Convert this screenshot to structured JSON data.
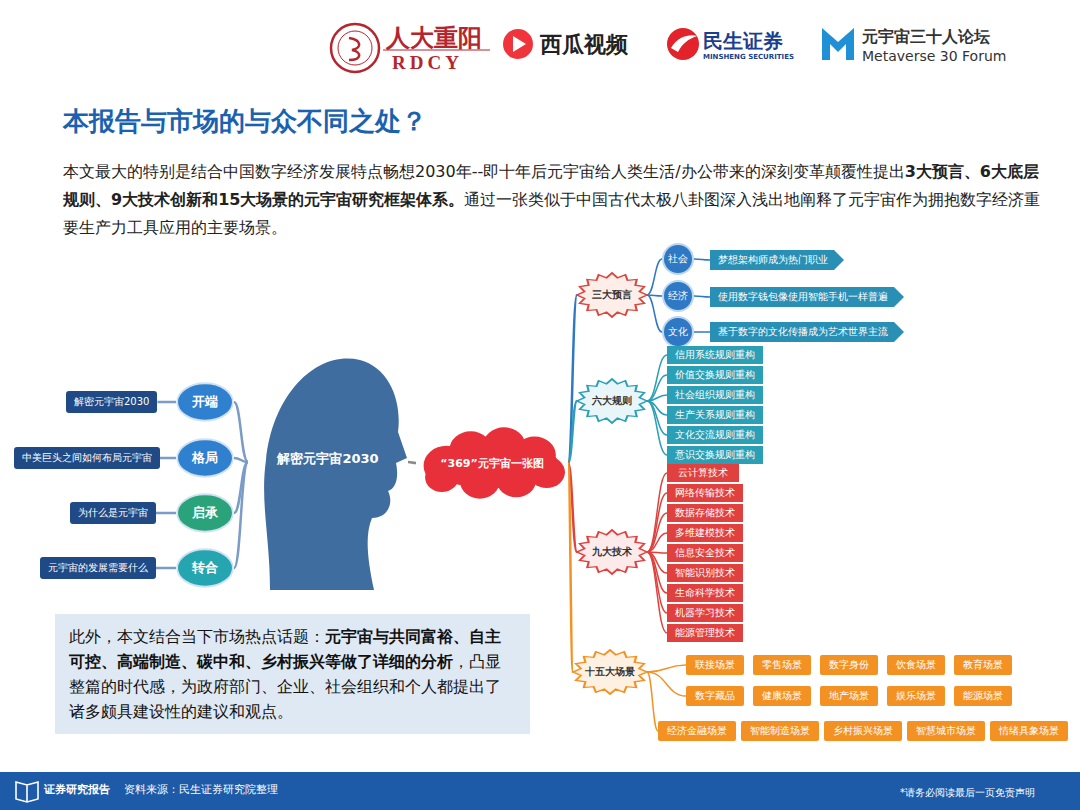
{
  "diagram": {
    "title": "本报告与市场的与众不同之处？",
    "nodes": [
      {
        "text": [
          "解密元宇宙2030"
        ]
      },
      {
        "text": [
          "开端"
        ]
      },
      {
        "text": [
          "中美巨头之间如何布局元宇宙"
        ]
      },
      {
        "text": [
          "格局"
        ]
      },
      {
        "text": [
          "为什么是元宇宙"
        ]
      },
      {
        "text": [
          "启承"
        ]
      },
      {
        "text": [
          "元宇宙的发展需要什么"
        ]
      },
      {
        "text": [
          "转合"
        ]
      },
      {
        "text": [
          "解密元宇宙2030"
        ]
      },
      {
        "text": [
          "“369”元宇宙一张图"
        ]
      },
      {
        "text": [
          "三大预言"
        ]
      },
      {
        "text": [
          "社会"
        ]
      },
      {
        "text": [
          "梦想架构师成为热门职业"
        ]
      },
      {
        "text": [
          "经济"
        ]
      },
      {
        "text": [
          "使用数字钱包像使用智能手机一样普遍"
        ]
      },
      {
        "text": [
          "文化"
        ]
      },
      {
        "text": [
          "基于数字的文化传播成为艺术世界主流"
        ]
      },
      {
        "text": [
          "六大规则"
        ]
      },
      {
        "text": [
          "信用系统规则重构"
        ]
      },
      {
        "text": [
          "价值交换规则重构"
        ]
      },
      {
        "text": [
          "社会组织规则重构"
        ]
      },
      {
        "text": [
          "生产关系规则重构"
        ]
      },
      {
        "text": [
          "文化交流规则重构"
        ]
      },
      {
        "text": [
          "意识交换规则重构"
        ]
      },
      {
        "text": [
          "九大技术"
        ]
      },
      {
        "text": [
          "云计算技术"
        ]
      },
      {
        "text": [
          "网络传输技术"
        ]
      },
      {
        "text": [
          "数据存储技术"
        ]
      },
      {
        "text": [
          "多维建模技术"
        ]
      },
      {
        "text": [
          "信息安全技术"
        ]
      },
      {
        "text": [
          "智能识别技术"
        ]
      },
      {
        "text": [
          "生命科学技术"
        ]
      },
      {
        "text": [
          "机器学习技术"
        ]
      },
      {
        "text": [
          "能源管理技术"
        ]
      },
      {
        "text": [
          "十五大场景"
        ]
      },
      {
        "text": [
          "联接场景"
        ]
      },
      {
        "text": [
          "零售场景"
        ]
      },
      {
        "text": [
          "数字身份"
        ]
      },
      {
        "text": [
          "饮食场景"
        ]
      },
      {
        "text": [
          "教育场景"
        ]
      },
      {
        "text": [
          "数字藏品"
        ]
      },
      {
        "text": [
          "健康场景"
        ]
      },
      {
        "text": [
          "地产场景"
        ]
      },
      {
        "text": [
          "娱乐场景"
        ]
      },
      {
        "text": [
          "能源场景"
        ]
      },
      {
        "text": [
          "经济金融场景"
        ]
      },
      {
        "text": [
          "智能制造场景"
        ]
      },
      {
        "text": [
          "乡村振兴场景"
        ]
      },
      {
        "text": [
          "智慧城市场景"
        ]
      },
      {
        "text": [
          "情绪具象场景"
        ]
      },
      {
        "text": [
          "此外，本文结合当下市场热点话题：",
          "元宇宙与共同富裕、自主可控、高端制造、碳中和、乡村振兴等做了详细的分析",
          "，凸显整篇的时代感，为政府部门、企业、社会组织和个人都提出了诸多颇具建设性的建议和观点。"
        ]
      }
    ],
    "edges": [
      {
        "from": 8,
        "to": 1,
        "arrow": "none"
      },
      {
        "from": 8,
        "to": 3,
        "arrow": "none"
      },
      {
        "from": 8,
        "to": 5,
        "arrow": "none"
      },
      {
        "from": 8,
        "to": 7,
        "arrow": "none"
      },
      {
        "from": 1,
        "to": 0,
        "arrow": "none"
      },
      {
        "from": 3,
        "to": 2,
        "arrow": "none"
      },
      {
        "from": 5,
        "to": 4,
        "arrow": "none"
      },
      {
        "from": 7,
        "to": 6,
        "arrow": "none"
      },
      {
        "from": 8,
        "to": 9,
        "arrow": "none"
      },
      {
        "from": 9,
        "to": 10,
        "arrow": "none"
      },
      {
        "from": 9,
        "to": 17,
        "arrow": "none"
      },
      {
        "from": 9,
        "to": 24,
        "arrow": "none"
      },
      {
        "from": 9,
        "to": 34,
        "arrow": "none"
      },
      {
        "from": 10,
        "to": 11,
        "arrow": "none"
      },
      {
        "from": 10,
        "to": 13,
        "arrow": "none"
      },
      {
        "from": 10,
        "to": 15,
        "arrow": "none"
      },
      {
        "from": 11,
        "to": 12,
        "arrow": "none"
      },
      {
        "from": 13,
        "to": 14,
        "arrow": "none"
      },
      {
        "from": 15,
        "to": 16,
        "arrow": "none"
      },
      {
        "from": 17,
        "to": 18,
        "arrow": "none"
      },
      {
        "from": 17,
        "to": 19,
        "arrow": "none"
      },
      {
        "from": 17,
        "to": 20,
        "arrow": "none"
      },
      {
        "from": 17,
        "to": 21,
        "arrow": "none"
      },
      {
        "from": 17,
        "to": 22,
        "arrow": "none"
      },
      {
        "from": 17,
        "to": 23,
        "arrow": "none"
      },
      {
        "from": 24,
        "to": 25,
        "arrow": "none"
      },
      {
        "from": 24,
        "to": 26,
        "arrow": "none"
      },
      {
        "from": 24,
        "to": 27,
        "arrow": "none"
      },
      {
        "from": 24,
        "to": 28,
        "arrow": "none"
      },
      {
        "from": 24,
        "to": 29,
        "arrow": "none"
      },
      {
        "from": 24,
        "to": 30,
        "arrow": "none"
      },
      {
        "from": 24,
        "to": 31,
        "arrow": "none"
      },
      {
        "from": 24,
        "to": 32,
        "arrow": "none"
      },
      {
        "from": 24,
        "to": 33,
        "arrow": "none"
      },
      {
        "from": 34,
        "to": 35,
        "arrow": "none"
      },
      {
        "from": 34,
        "to": 40,
        "arrow": "none"
      },
      {
        "from": 34,
        "to": 45,
        "arrow": "none"
      }
    ],
    "labels": [
      "人大重阳",
      "RDCY",
      "西瓜视频",
      "民生证券",
      "MINSHENG SECURITIES",
      "元宇宙三十人论坛",
      "Metaverse 30 Forum",
      "本文最大的特别是结合中国数字经济发展特点畅想2030年--即十年后元宇宙给人类生活/办公带来的深刻变革颠覆性提出",
      "3大预言、6大底层规则、9大技术创新和15大场景的元宇宙研究框架体系。",
      "通过一张类似于中国古代太极八卦图深入浅出地阐释了元宇宙作为拥抱数字经济重要生产力工具应用的主要场景。",
      "证券研究报告",
      "资料来源：民生证券研究院整理",
      "*请务必阅读最后一页免责声明"
    ]
  }
}
